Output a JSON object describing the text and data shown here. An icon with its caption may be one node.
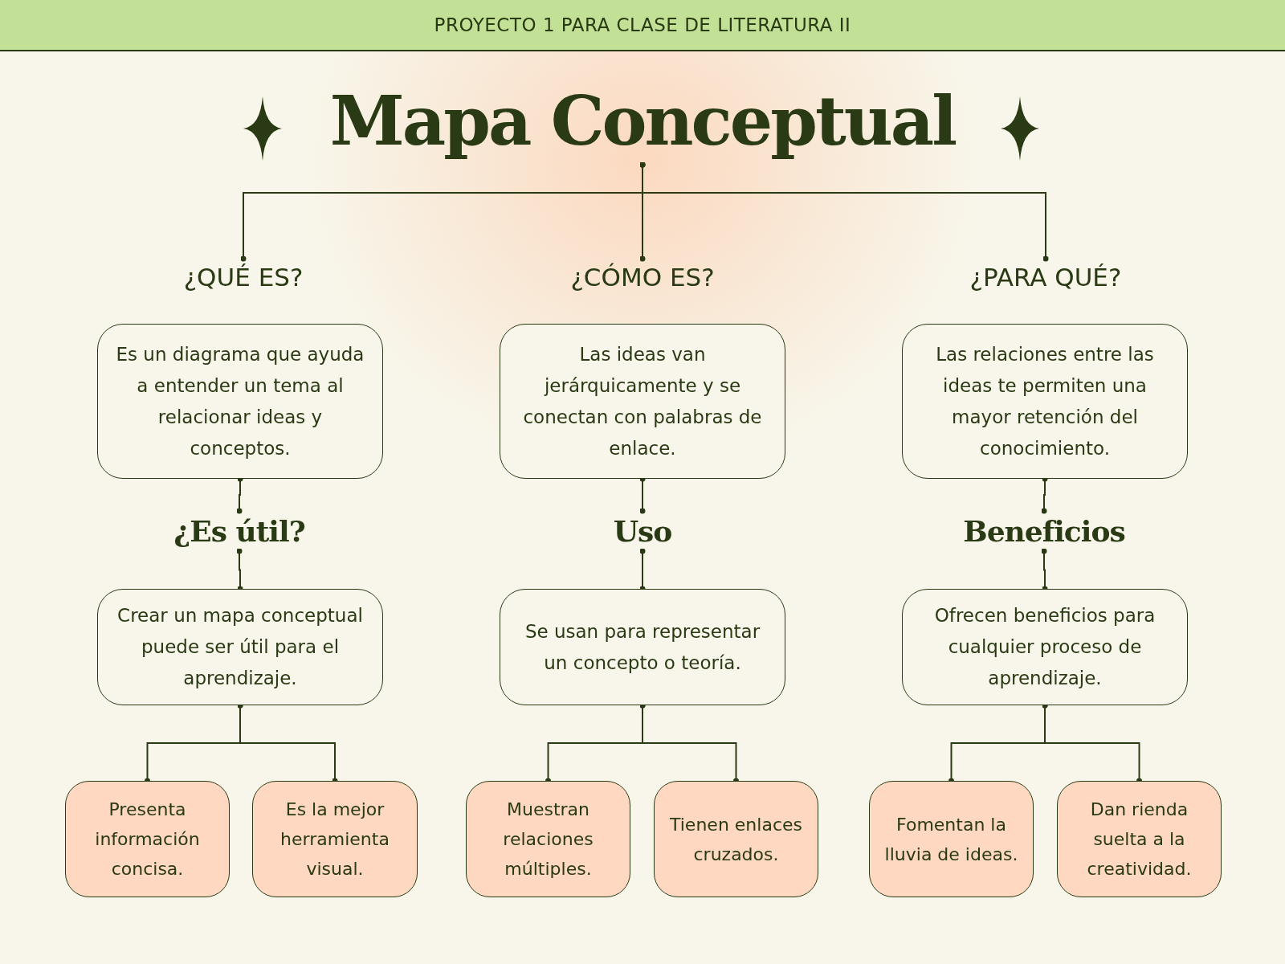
{
  "diagram": {
    "nodes": [
      {
        "text": [
          "Mapa Conceptual"
        ]
      },
      {
        "text": [
          "¿QUÉ ES?"
        ]
      },
      {
        "text": [
          "¿CÓMO ES?"
        ]
      },
      {
        "text": [
          "¿PARA QUÉ?"
        ]
      },
      {
        "text": [
          "Es un diagrama que ayuda a entender un tema al relacionar ideas y conceptos."
        ]
      },
      {
        "text": [
          "Las ideas van jerárquicamente y se conectan con palabras de enlace."
        ]
      },
      {
        "text": [
          "Las relaciones entre las ideas te permiten una mayor retención del conocimiento."
        ]
      },
      {
        "text": [
          "¿Es útil?"
        ]
      },
      {
        "text": [
          "Uso"
        ]
      },
      {
        "text": [
          "Beneficios"
        ]
      },
      {
        "text": [
          "Crear un mapa conceptual puede ser útil para el aprendizaje."
        ]
      },
      {
        "text": [
          "Se usan para representar un concepto o teoría."
        ]
      },
      {
        "text": [
          "Ofrecen beneficios para cualquier proceso de aprendizaje."
        ]
      },
      {
        "text": [
          "Presenta información concisa."
        ]
      },
      {
        "text": [
          "Es la mejor herramienta visual."
        ]
      },
      {
        "text": [
          "Muestran relaciones múltiples."
        ]
      },
      {
        "text": [
          "Tienen enlaces cruzados."
        ]
      },
      {
        "text": [
          "Fomentan la lluvia de ideas."
        ]
      },
      {
        "text": [
          "Dan rienda suelta a la creatividad."
        ]
      }
    ],
    "edges": [
      {
        "from": 0,
        "to": 1,
        "arrow": "other"
      },
      {
        "from": 0,
        "to": 2,
        "arrow": "other"
      },
      {
        "from": 0,
        "to": 3,
        "arrow": "other"
      },
      {
        "from": 4,
        "to": 7,
        "arrow": "other"
      },
      {
        "from": 7,
        "to": 10,
        "arrow": "other"
      },
      {
        "from": 5,
        "to": 8,
        "arrow": "other"
      },
      {
        "from": 8,
        "to": 11,
        "arrow": "other"
      },
      {
        "from": 6,
        "to": 9,
        "arrow": "other"
      },
      {
        "from": 9,
        "to": 12,
        "arrow": "other"
      },
      {
        "from": 10,
        "to": 13,
        "arrow": "other"
      },
      {
        "from": 10,
        "to": 14,
        "arrow": "other"
      },
      {
        "from": 11,
        "to": 15,
        "arrow": "other"
      },
      {
        "from": 11,
        "to": 16,
        "arrow": "other"
      },
      {
        "from": 12,
        "to": 17,
        "arrow": "other"
      },
      {
        "from": 12,
        "to": 18,
        "arrow": "other"
      }
    ],
    "labels": [
      "PROYECTO 1 PARA CLASE DE LITERATURA II"
    ]
  }
}
